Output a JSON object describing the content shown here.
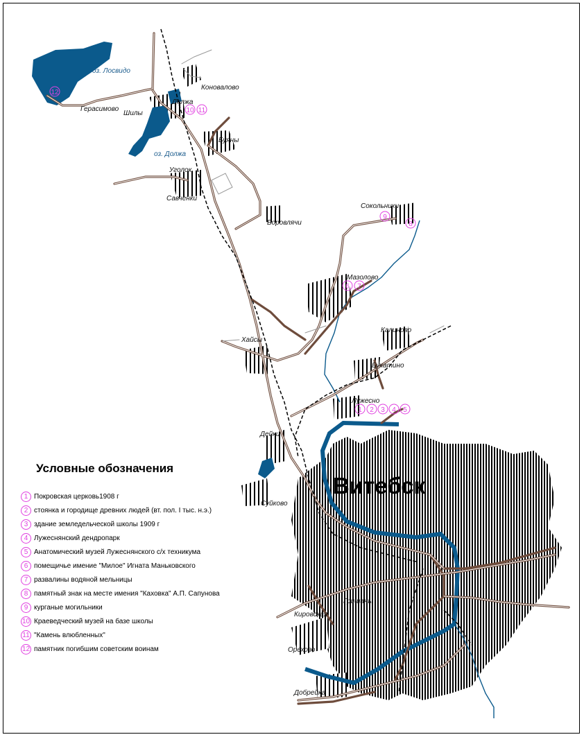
{
  "city": "Витебск",
  "lakes": [
    {
      "id": "losvido",
      "label": "оз. Лосвидо"
    },
    {
      "id": "dolzha",
      "label": "оз. Должа"
    }
  ],
  "places": [
    {
      "id": "konovalovo",
      "label": "Коновалово"
    },
    {
      "id": "dolzha",
      "label": "Должа"
    },
    {
      "id": "gerasimovo",
      "label": "Герасимово"
    },
    {
      "id": "shily",
      "label": "Шилы"
    },
    {
      "id": "buyany",
      "label": "Буяны"
    },
    {
      "id": "ugolok",
      "label": "Уголок"
    },
    {
      "id": "savchenki",
      "label": "Савченки"
    },
    {
      "id": "borovlyachi",
      "label": "Боровлячи"
    },
    {
      "id": "sokolniki",
      "label": "Сокольники"
    },
    {
      "id": "mazolovo",
      "label": "Мазолово"
    },
    {
      "id": "kalinovo",
      "label": "Калиново"
    },
    {
      "id": "haisy",
      "label": "Хайсы"
    },
    {
      "id": "bukatino",
      "label": "Букатино"
    },
    {
      "id": "luzhesno",
      "label": "Лужесно"
    },
    {
      "id": "deiki",
      "label": "Дейки"
    },
    {
      "id": "suikovo",
      "label": "Суйково"
    },
    {
      "id": "grishany",
      "label": "Гришаны"
    },
    {
      "id": "kirovskaya",
      "label": "Кировская"
    },
    {
      "id": "orehovo",
      "label": "Орехово"
    },
    {
      "id": "dobreika",
      "label": "Добрейка"
    }
  ],
  "markers": [
    "1",
    "2",
    "3",
    "4",
    "5",
    "6",
    "7",
    "8",
    "9",
    "10",
    "11",
    "12"
  ],
  "legend": {
    "title": "Условные обозначения",
    "items": [
      {
        "num": "1",
        "text": "Покровская церковь1908 г"
      },
      {
        "num": "2",
        "text": "стоянка и городище древних людей (вт. пол. I тыс. н.э.)"
      },
      {
        "num": "3",
        "text": "здание земледельческой школы 1909 г"
      },
      {
        "num": "4",
        "text": "Лужеснянский дендропарк"
      },
      {
        "num": "5",
        "text": "Анатомический музей Лужеснянского с/х техникума"
      },
      {
        "num": "6",
        "text": "помещичье имение \"Милое\" Игната Маньковского"
      },
      {
        "num": "7",
        "text": "развалины водяной мельницы"
      },
      {
        "num": "8",
        "text": "памятный знак на месте имения \"Каховка\" А.П. Сапунова"
      },
      {
        "num": "9",
        "text": "курганые могильники"
      },
      {
        "num": "10",
        "text": "Краеведческий музей на базе школы"
      },
      {
        "num": "11",
        "text": "\"Камень влюбленных\""
      },
      {
        "num": "12",
        "text": "памятник погибшим советским воинам"
      }
    ]
  },
  "colors": {
    "water": "#0b5a8c",
    "road": "#7a5a4a",
    "marker": "#e040e0"
  }
}
